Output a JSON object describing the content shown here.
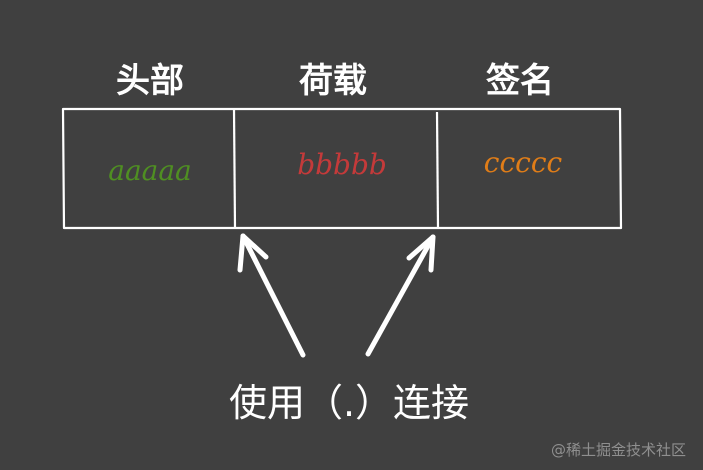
{
  "sections": [
    {
      "label": "头部",
      "sample": "aaaaa",
      "color": "#4f8f22"
    },
    {
      "label": "荷载",
      "sample": "bbbbb",
      "color": "#c43a3a"
    },
    {
      "label": "签名",
      "sample": "ccccc",
      "color": "#e07d18"
    }
  ],
  "caption": "使用（.）连接",
  "watermark": "@稀土掘金技术社区",
  "colors": {
    "background": "#404040",
    "stroke": "#ffffff"
  }
}
